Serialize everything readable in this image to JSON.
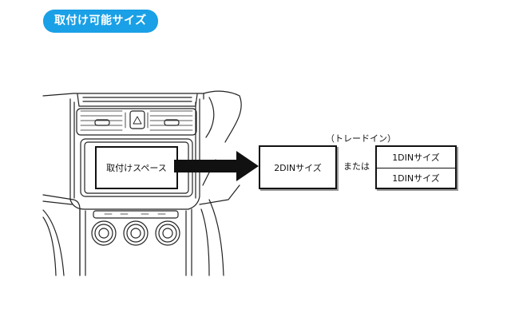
{
  "badge": {
    "label": "取付け可能サイズ"
  },
  "install_space": {
    "label": "取付けスペース"
  },
  "option_2din": {
    "label": "2DINサイズ"
  },
  "connector": {
    "label": "または"
  },
  "trade_in": {
    "label": "（トレードイン）"
  },
  "option_1din": {
    "labels": [
      "1DINサイズ",
      "1DINサイズ"
    ]
  },
  "colors": {
    "badge": "#1aa0e6",
    "arrow": "#111111",
    "line": "#222222",
    "shadow": "#9a9a9a"
  }
}
